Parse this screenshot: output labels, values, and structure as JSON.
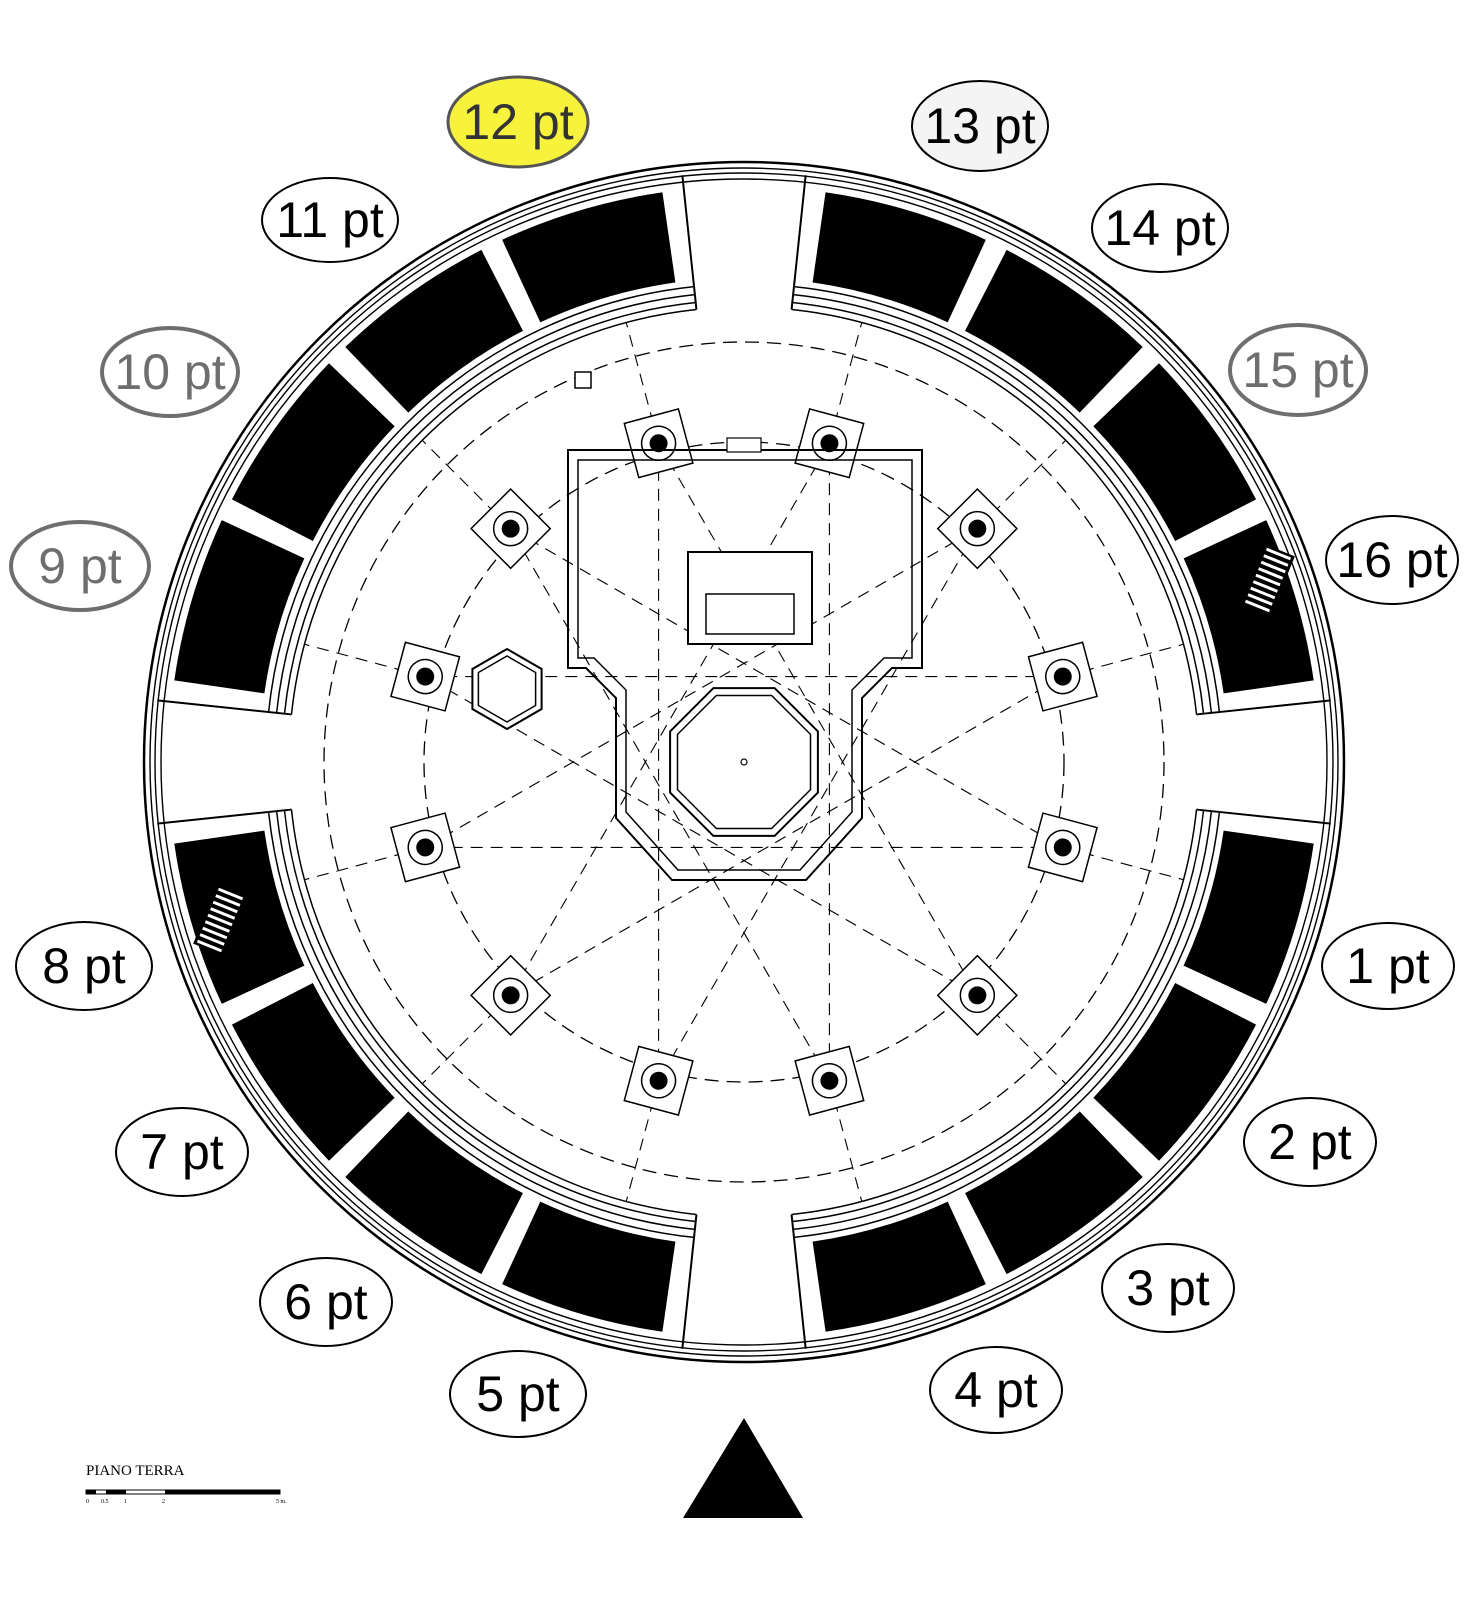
{
  "title": "PIANO TERRA",
  "scale_bar": {
    "ticks": [
      "0",
      "0.5",
      "1",
      "2",
      "5 m."
    ]
  },
  "colors": {
    "highlight": "#f7f23c",
    "highlight_border": "#555555",
    "muted_border": "#6e6e6e",
    "muted_text": "#6e6e6e",
    "dim_fill": "#f4f4f4",
    "ink": "#000000"
  },
  "point_labels": [
    {
      "text": "1 pt",
      "style": "normal"
    },
    {
      "text": "2 pt",
      "style": "normal"
    },
    {
      "text": "3 pt",
      "style": "normal"
    },
    {
      "text": "4 pt",
      "style": "normal"
    },
    {
      "text": "5 pt",
      "style": "normal"
    },
    {
      "text": "6 pt",
      "style": "normal"
    },
    {
      "text": "7 pt",
      "style": "normal"
    },
    {
      "text": "8 pt",
      "style": "normal"
    },
    {
      "text": "9 pt",
      "style": "muted"
    },
    {
      "text": "10 pt",
      "style": "muted"
    },
    {
      "text": "11 pt",
      "style": "normal"
    },
    {
      "text": "12 pt",
      "style": "highlight"
    },
    {
      "text": "13 pt",
      "style": "dim"
    },
    {
      "text": "14 pt",
      "style": "normal"
    },
    {
      "text": "15 pt",
      "style": "muted"
    },
    {
      "text": "16 pt",
      "style": "normal"
    }
  ],
  "north_arrow_icon": "triangle-icon"
}
